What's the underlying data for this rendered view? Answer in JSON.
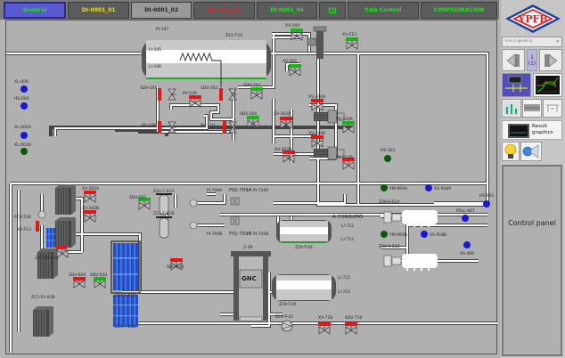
{
  "tabs": [
    {
      "label": "General",
      "color": "#22e022",
      "active": true
    },
    {
      "label": "DI-0001_01",
      "color": "#e8e020"
    },
    {
      "label": "DI-0001_02",
      "color": "#222222"
    },
    {
      "label": "DI-0001_03",
      "color": "#e02020"
    },
    {
      "label": "DI-0001_04",
      "color": "#22e022"
    },
    {
      "label": "FQ",
      "color": "#22e022"
    },
    {
      "label": "Sala Control",
      "color": "#22e022"
    },
    {
      "label": "CONFIGURACION",
      "color": "#22e022"
    }
  ],
  "logo": {
    "text": "YPFB",
    "colors": {
      "red": "#e02020",
      "blue": "#1e40a0"
    }
  },
  "sidebar": {
    "dropdown_value": "sva n govbl q",
    "page_indicator": {
      "current": "1",
      "total": "(1)"
    },
    "result_graphics_label_1": "Result",
    "result_graphics_label_2": "graphics",
    "control_panel_label": "Control panel"
  },
  "status_colors": {
    "open": "#18b418",
    "closed": "#e01818",
    "indicator_blue": "#1818d8",
    "indicator_green": "#0a5a0a"
  },
  "labels": {
    "pi107": "PI-107",
    "z12t01": "Z12-T-01",
    "li105": "LI-105",
    "li106": "LI-106",
    "sdv101": "SDV-101",
    "sdv102": "SDV-102",
    "pv109": "PV-109",
    "pv108": "PV-108",
    "pv110": "PV-110",
    "sdv103": "SDV-103",
    "sdv104": "SDV-104",
    "xv204": "XV-204",
    "xv202": "XV-202",
    "xv213": "XV-213",
    "xv300a": "XV-300A",
    "xv302a": "XV-302A",
    "pv310a": "PV-310A",
    "xv300b": "XV-300B",
    "xv302b": "XV-302B",
    "pv310b": "PV-310B",
    "hs301": "HS-301",
    "xl000": "XL-000",
    "hs004": "HS-004",
    "xl002a": "XL-002A",
    "xl002b": "XL-002B",
    "xv502a": "XV-502A",
    "xv502b": "XV-502B",
    "pcv536": "PCV-536",
    "xv512": "XV-512",
    "z17ev01a": "Z17-EV-01A",
    "z17ev01b": "Z17-EV-01B",
    "sdv505": "SDV-505",
    "z21f01a": "Z21-F-01A",
    "z21f01b": "Z21-F-01B",
    "pi709a": "PI-709A",
    "fiq709a": "FIQ-709A",
    "pi710a": "PI-710A",
    "pi709b": "PI-709B",
    "fiq709b": "FIQ-709B",
    "pi710b": "PI-710B",
    "aconsumo": "A CONSUMO",
    "li712": "LI-712",
    "li713": "LI-713",
    "z29t02": "Z29-T-02",
    "sdv604": "SDV-604",
    "sdv630": "SDV-630",
    "sdv634": "SDV-634",
    "z14f01a": "Z14-F-01A",
    "z14f01b": "Z14-F-01B",
    "z39": "Z-39",
    "gnc": "GNC",
    "li722": "LI-722",
    "li723": "LI-723",
    "z29t01": "Z29-T-01",
    "z29p01": "Z29-P-01",
    "xv718": "XV-718",
    "sdv719": "SDV-719",
    "ym993a": "YM-993A",
    "xs918a": "XS-918A",
    "z28k01a": "Z28-K-01A",
    "ym993b": "YM-993B",
    "xs918b": "XS-918B",
    "z28k01b": "Z28-K-01B",
    "hs901": "HS-901",
    "psll907": "PSLL-907",
    "xs906": "XS-906"
  }
}
